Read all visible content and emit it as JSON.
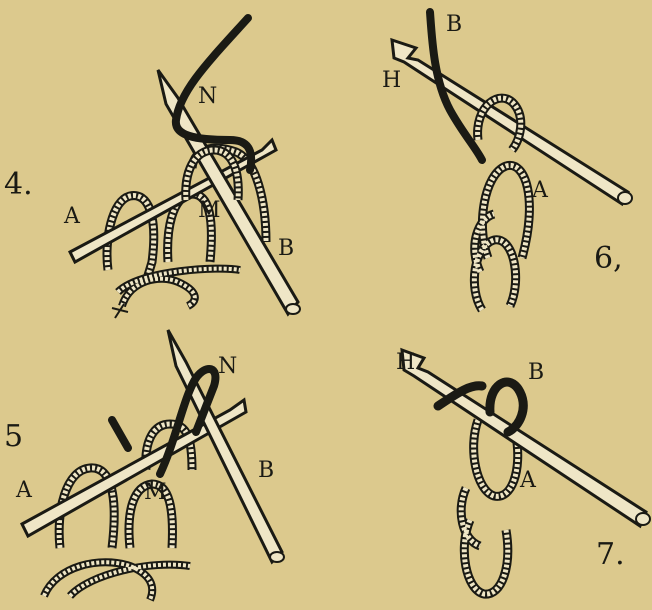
{
  "figures": [
    {
      "number": "4.",
      "labels": [
        "N",
        "A",
        "M",
        "B"
      ]
    },
    {
      "number": "5",
      "labels": [
        "N",
        "A",
        "M",
        "B"
      ]
    },
    {
      "number": "6,",
      "labels": [
        "B",
        "H",
        "A"
      ]
    },
    {
      "number": "7.",
      "labels": [
        "H",
        "B",
        "A"
      ]
    }
  ],
  "colors": {
    "paper": "#dcc98d",
    "ink": "#1a1a14",
    "needle": "#efe6c6"
  }
}
